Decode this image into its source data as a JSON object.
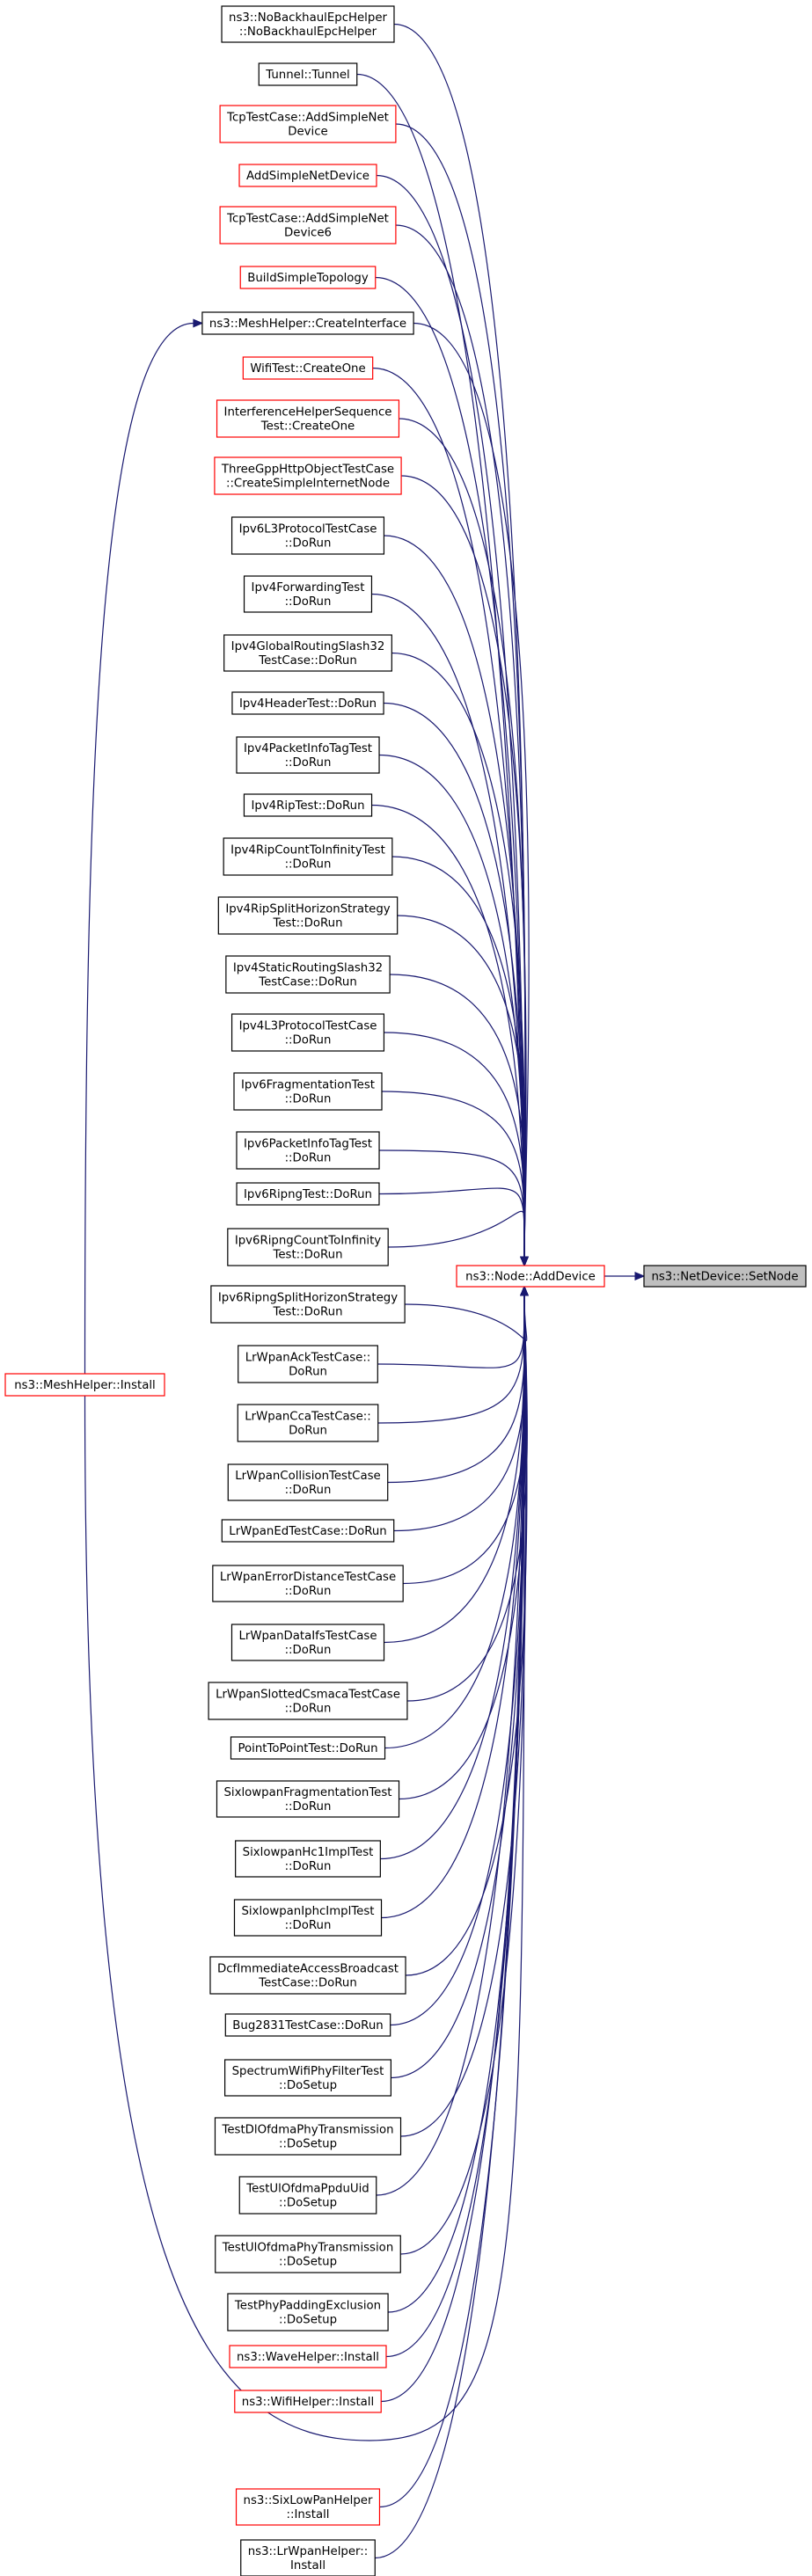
{
  "target": {
    "label": "ns3::NetDevice::SetNode",
    "style": "target"
  },
  "center": {
    "label": "ns3::Node::AddDevice",
    "style": "red"
  },
  "callers": [
    {
      "lines": [
        "ns3::NoBackhaulEpcHelper",
        "::NoBackhaulEpcHelper"
      ],
      "style": "black"
    },
    {
      "lines": [
        "Tunnel::Tunnel"
      ],
      "style": "black"
    },
    {
      "lines": [
        "TcpTestCase::AddSimpleNet",
        "Device"
      ],
      "style": "red"
    },
    {
      "lines": [
        "AddSimpleNetDevice"
      ],
      "style": "red"
    },
    {
      "lines": [
        "TcpTestCase::AddSimpleNet",
        "Device6"
      ],
      "style": "red"
    },
    {
      "lines": [
        "BuildSimpleTopology"
      ],
      "style": "red"
    },
    {
      "lines": [
        "ns3::MeshHelper::CreateInterface"
      ],
      "style": "black"
    },
    {
      "lines": [
        "WifiTest::CreateOne"
      ],
      "style": "red"
    },
    {
      "lines": [
        "InterferenceHelperSequence",
        "Test::CreateOne"
      ],
      "style": "red"
    },
    {
      "lines": [
        "ThreeGppHttpObjectTestCase",
        "::CreateSimpleInternetNode"
      ],
      "style": "red"
    },
    {
      "lines": [
        "Ipv6L3ProtocolTestCase",
        "::DoRun"
      ],
      "style": "black"
    },
    {
      "lines": [
        "Ipv4ForwardingTest",
        "::DoRun"
      ],
      "style": "black"
    },
    {
      "lines": [
        "Ipv4GlobalRoutingSlash32",
        "TestCase::DoRun"
      ],
      "style": "black"
    },
    {
      "lines": [
        "Ipv4HeaderTest::DoRun"
      ],
      "style": "black"
    },
    {
      "lines": [
        "Ipv4PacketInfoTagTest",
        "::DoRun"
      ],
      "style": "black"
    },
    {
      "lines": [
        "Ipv4RipTest::DoRun"
      ],
      "style": "black"
    },
    {
      "lines": [
        "Ipv4RipCountToInfinityTest",
        "::DoRun"
      ],
      "style": "black"
    },
    {
      "lines": [
        "Ipv4RipSplitHorizonStrategy",
        "Test::DoRun"
      ],
      "style": "black"
    },
    {
      "lines": [
        "Ipv4StaticRoutingSlash32",
        "TestCase::DoRun"
      ],
      "style": "black"
    },
    {
      "lines": [
        "Ipv4L3ProtocolTestCase",
        "::DoRun"
      ],
      "style": "black"
    },
    {
      "lines": [
        "Ipv6FragmentationTest",
        "::DoRun"
      ],
      "style": "black"
    },
    {
      "lines": [
        "Ipv6PacketInfoTagTest",
        "::DoRun"
      ],
      "style": "black"
    },
    {
      "lines": [
        "Ipv6RipngTest::DoRun"
      ],
      "style": "black"
    },
    {
      "lines": [
        "Ipv6RipngCountToInfinity",
        "Test::DoRun"
      ],
      "style": "black"
    },
    {
      "lines": [
        "Ipv6RipngSplitHorizonStrategy",
        "Test::DoRun"
      ],
      "style": "black"
    },
    {
      "lines": [
        "LrWpanAckTestCase::",
        "DoRun"
      ],
      "style": "black"
    },
    {
      "lines": [
        "LrWpanCcaTestCase::",
        "DoRun"
      ],
      "style": "black"
    },
    {
      "lines": [
        "LrWpanCollisionTestCase",
        "::DoRun"
      ],
      "style": "black"
    },
    {
      "lines": [
        "LrWpanEdTestCase::DoRun"
      ],
      "style": "black"
    },
    {
      "lines": [
        "LrWpanErrorDistanceTestCase",
        "::DoRun"
      ],
      "style": "black"
    },
    {
      "lines": [
        "LrWpanDataIfsTestCase",
        "::DoRun"
      ],
      "style": "black"
    },
    {
      "lines": [
        "LrWpanSlottedCsmacaTestCase",
        "::DoRun"
      ],
      "style": "black"
    },
    {
      "lines": [
        "PointToPointTest::DoRun"
      ],
      "style": "black"
    },
    {
      "lines": [
        "SixlowpanFragmentationTest",
        "::DoRun"
      ],
      "style": "black"
    },
    {
      "lines": [
        "SixlowpanHc1ImplTest",
        "::DoRun"
      ],
      "style": "black"
    },
    {
      "lines": [
        "SixlowpanIphcImplTest",
        "::DoRun"
      ],
      "style": "black"
    },
    {
      "lines": [
        "DcfImmediateAccessBroadcast",
        "TestCase::DoRun"
      ],
      "style": "black"
    },
    {
      "lines": [
        "Bug2831TestCase::DoRun"
      ],
      "style": "black"
    },
    {
      "lines": [
        "SpectrumWifiPhyFilterTest",
        "::DoSetup"
      ],
      "style": "black"
    },
    {
      "lines": [
        "TestDlOfdmaPhyTransmission",
        "::DoSetup"
      ],
      "style": "black"
    },
    {
      "lines": [
        "TestUlOfdmaPpduUid",
        "::DoSetup"
      ],
      "style": "black"
    },
    {
      "lines": [
        "TestUlOfdmaPhyTransmission",
        "::DoSetup"
      ],
      "style": "black"
    },
    {
      "lines": [
        "TestPhyPaddingExclusion",
        "::DoSetup"
      ],
      "style": "black"
    },
    {
      "lines": [
        "ns3::WaveHelper::Install"
      ],
      "style": "red"
    },
    {
      "lines": [
        "ns3::WifiHelper::Install"
      ],
      "style": "red"
    },
    {
      "lines": [
        "ns3::SixLowPanHelper",
        "::Install"
      ],
      "style": "red"
    },
    {
      "lines": [
        "ns3::LrWpanHelper::",
        "Install"
      ],
      "style": "black"
    }
  ],
  "mesh_install": {
    "label": "ns3::MeshHelper::Install",
    "style": "red"
  }
}
